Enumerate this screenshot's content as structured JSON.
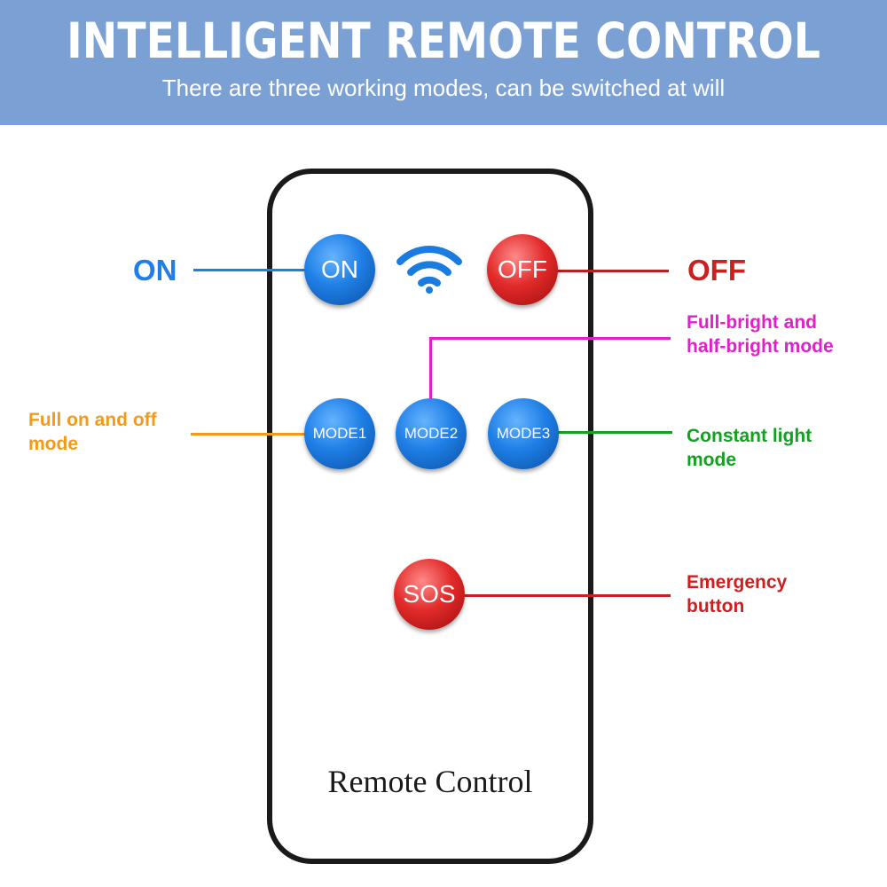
{
  "banner": {
    "title": "INTELLIGENT REMOTE CONTROL",
    "subtitle": "There are three working modes, can be switched at will"
  },
  "remote": {
    "label": "Remote Control",
    "buttons": {
      "on": "ON",
      "off": "OFF",
      "mode1": "MODE1",
      "mode2": "MODE2",
      "mode3": "MODE3",
      "sos": "SOS"
    }
  },
  "callouts": {
    "on": "ON",
    "off": "OFF",
    "mode2": [
      "Full-bright and",
      "half-bright mode"
    ],
    "mode1": [
      "Full on and off",
      "mode"
    ],
    "mode3": [
      "Constant light",
      "mode"
    ],
    "sos": [
      "Emergency",
      "button"
    ]
  },
  "colors": {
    "banner": "#7ba0d4",
    "on": "#1f7fe6",
    "off": "#cc1f1f",
    "mode1": "#f39a17",
    "mode2": "#e020c8",
    "mode3": "#12a21f",
    "sos": "#cc1f1f"
  },
  "icons": [
    "wifi-icon"
  ]
}
